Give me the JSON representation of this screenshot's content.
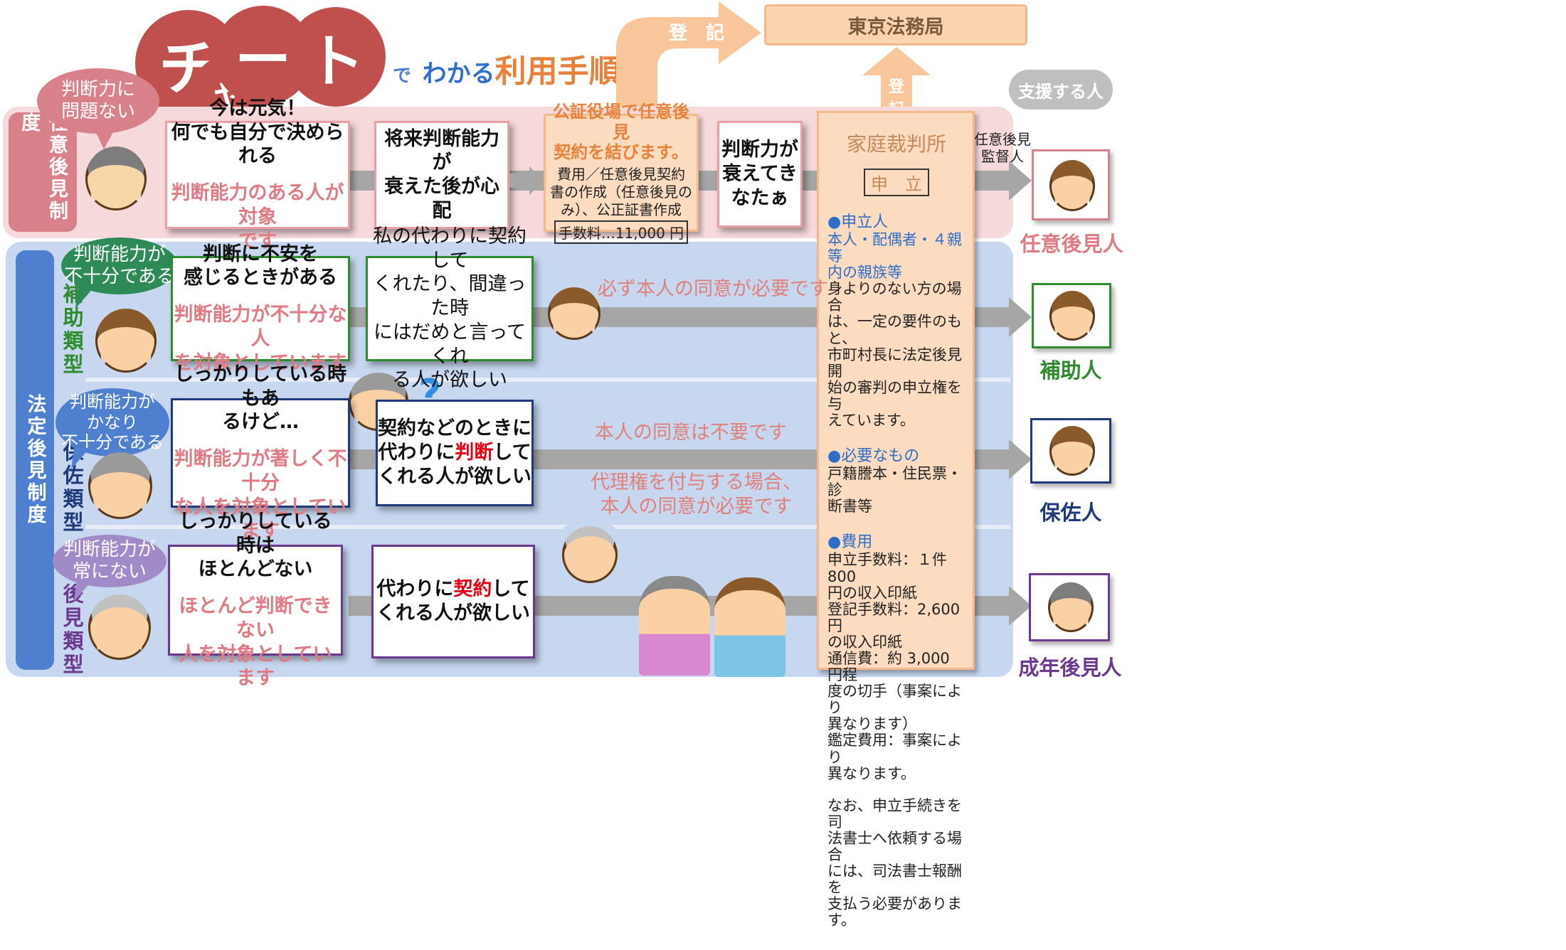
{
  "title": {
    "chars": [
      "チ",
      "ャ",
      "ー",
      "ト"
    ],
    "de": "で",
    "wakaru": "わかる",
    "main": "利用手順"
  },
  "top": {
    "registry": "東京法務局",
    "toki_horizontal": "登　記",
    "toki_vertical_1": "登",
    "toki_vertical_2": "記",
    "support_header": "支援する人"
  },
  "nini": {
    "band_label": "任意後見制度",
    "bubble": "判断力に\n問題ない",
    "box1_main": "今は元気！\n何でも自分で決められる",
    "box1_sub": "判断能力のある人が対象\nです",
    "box2_main": "将来判断能力が\n衰えた後が心配",
    "box3_head": "公証役場で任意後見\n契約を結びます。",
    "box3_body": "費用／任意後見契約\n書の作成（任意後見の\nみ）、公正証書作成",
    "box3_fee": "手数料…11,000 円",
    "box4_main": "判断力が\n衰えてき\nなたぁ",
    "supervisor": "任意後見\n監督人",
    "target": "任意後見人"
  },
  "court": {
    "title": "家庭裁判所",
    "apply": "申　立",
    "sec1_head": "●申立人",
    "sec1_body_colored": "本人・配偶者・４親等\n内の親族等",
    "sec1_body": "身よりのない方の場合\nは、一定の要件のもと、\n市町村長に法定後見開\n始の審判の申立権を与\nえています。",
    "sec2_head": "●必要なもの",
    "sec2_body": "戸籍謄本・住民票・診\n断書等",
    "sec3_head": "●費用",
    "sec3_body": "申立手数料：１件 800\n円の収入印紙\n登記手数料：2,600 円\nの収入印紙\n通信費：約 3,000 円程\n度の切手（事案により\n異なります）\n鑑定費用：事案により\n異なります。",
    "note": "なお、申立手続きを司\n法書士へ依頼する場合\nには、司法書士報酬を\n支払う必要がありま\nす。"
  },
  "hotei": {
    "band_label": "法定後見制度",
    "hojo": {
      "label": "補助類型",
      "bubble": "判断能力が\n不十分である",
      "box1_main": "判断に不安を\n感じるときがある",
      "box1_sub": "判断能力が不十分な人\nを対象としています",
      "box2_main": "私の代わりに契約して\nくれたり、間違った時\nにはだめと言ってくれ\nる人が欲しい",
      "note": "必ず本人の同意が必要です",
      "target": "補助人"
    },
    "hosa": {
      "label": "保佐類型",
      "bubble": "判断能力が\nかなり\n不十分である",
      "box1_main": "しっかりしている時もあ\nるけど…",
      "box1_sub": "判断能力が著しく不十分\nな人を対象としています",
      "box2_pre": "契約などのときに\n代わりに",
      "box2_red": "判断",
      "box2_post": "して\nくれる人が欲しい",
      "note1": "本人の同意は不要です",
      "note2": "代理権を付与する場合、\n本人の同意が必要です",
      "target": "保佐人"
    },
    "koken": {
      "label": "後見類型",
      "bubble": "判断能力が\n常にない",
      "box1_main": "しっかりしている時は\nほとんどない",
      "box1_sub": "ほとんど判断できない\n人を対象としています",
      "box2_pre": "代わりに",
      "box2_red": "契約",
      "box2_post": "して\nくれる人が欲しい",
      "target": "成年後見人"
    }
  },
  "colors": {
    "title_red": "#c0504d",
    "pink_band": "#f6d9da",
    "pink_label": "#d9818a",
    "blue_band": "#c7d7ef",
    "blue_label": "#4f7fcf",
    "orange": "#f9c59b",
    "court_fill": "#fbdcc0",
    "green": "#2e8b2e",
    "navy": "#1f3a7a",
    "purple": "#6b3a8f"
  }
}
